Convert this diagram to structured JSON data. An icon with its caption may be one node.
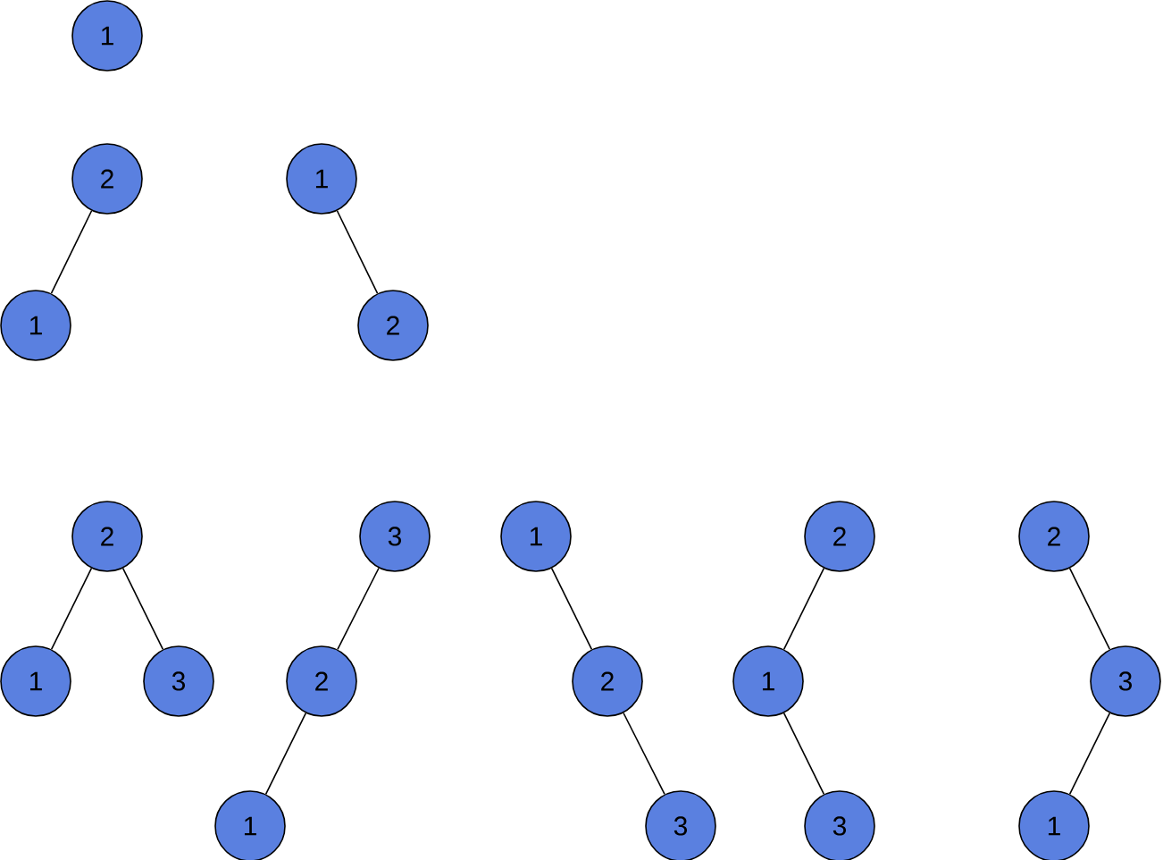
{
  "diagram": {
    "nodes": [
      {
        "text": [
          "1"
        ]
      },
      {
        "text": [
          "2"
        ]
      },
      {
        "text": [
          "1"
        ]
      },
      {
        "text": [
          "1"
        ]
      },
      {
        "text": [
          "2"
        ]
      },
      {
        "text": [
          "2"
        ]
      },
      {
        "text": [
          "1"
        ]
      },
      {
        "text": [
          "3"
        ]
      },
      {
        "text": [
          "3"
        ]
      },
      {
        "text": [
          "2"
        ]
      },
      {
        "text": [
          "1"
        ]
      },
      {
        "text": [
          "1"
        ]
      },
      {
        "text": [
          "2"
        ]
      },
      {
        "text": [
          "3"
        ]
      },
      {
        "text": [
          "2"
        ]
      },
      {
        "text": [
          "1"
        ]
      },
      {
        "text": [
          "3"
        ]
      },
      {
        "text": [
          "2"
        ]
      },
      {
        "text": [
          "3"
        ]
      },
      {
        "text": [
          "1"
        ]
      }
    ],
    "edges": [
      {
        "from": 1,
        "to": 2,
        "arrow": "none"
      },
      {
        "from": 3,
        "to": 4,
        "arrow": "none"
      },
      {
        "from": 5,
        "to": 6,
        "arrow": "none"
      },
      {
        "from": 5,
        "to": 7,
        "arrow": "none"
      },
      {
        "from": 8,
        "to": 9,
        "arrow": "none"
      },
      {
        "from": 9,
        "to": 10,
        "arrow": "none"
      },
      {
        "from": 11,
        "to": 12,
        "arrow": "none"
      },
      {
        "from": 12,
        "to": 13,
        "arrow": "none"
      },
      {
        "from": 14,
        "to": 15,
        "arrow": "none"
      },
      {
        "from": 15,
        "to": 16,
        "arrow": "none"
      },
      {
        "from": 17,
        "to": 18,
        "arrow": "none"
      },
      {
        "from": 18,
        "to": 19,
        "arrow": "none"
      }
    ]
  }
}
